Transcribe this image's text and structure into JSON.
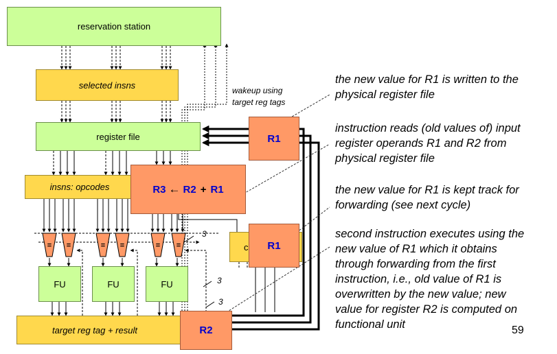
{
  "boxes": {
    "reservation_station": "reservation station",
    "selected_insns": "selected insns",
    "register_file": "register file",
    "insns_opcodes": "insns: opcodes",
    "fu": "FU",
    "target_reg": "target reg tag + result",
    "hidden_box_fragment": "c"
  },
  "comparator_label": "=",
  "wakeup_label": "wakeup using target reg tags",
  "wakeup_line1": "wakeup using",
  "wakeup_line2": "target reg tags",
  "bus_width": "3",
  "registers": {
    "r1": "R1",
    "r2": "R2",
    "r3": "R3",
    "arrow": "←",
    "plus": "+"
  },
  "annotations": [
    [
      "the new value for R1 is written to the",
      "physical register file"
    ],
    [
      "instruction reads (old values of) input",
      "register operands R1 and R2 from",
      "physical register file"
    ],
    [
      "the new value for R1 is kept track for",
      "forwarding (see next cycle)"
    ],
    [
      "second instruction executes using the",
      "new value of R1 which it obtains",
      "through forwarding from the first",
      "instruction, i.e., old value of R1 is",
      "overwritten by the new value; new",
      "value for register R2 is computed on",
      "functional unit"
    ]
  ],
  "page_number": "59"
}
